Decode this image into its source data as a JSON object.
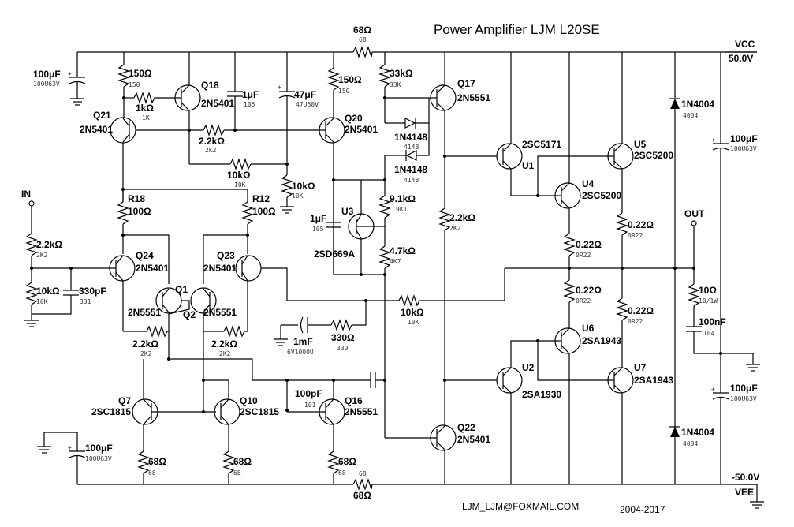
{
  "title": "Power Amplifier LJM L20SE",
  "email": "LJM_LJM@FOXMAIL.COM",
  "years": "2004-2017",
  "rails": {
    "vcc_label": "VCC",
    "vcc_value": "50.0V",
    "vee_label": "VEE",
    "vee_value": "-50.0V"
  },
  "io": {
    "in_label": "IN",
    "out_label": "OUT"
  },
  "transistors": {
    "q18": {
      "ref": "Q18",
      "part": "2N5401"
    },
    "q20": {
      "ref": "Q20",
      "part": "2N5401"
    },
    "q21": {
      "ref": "Q21",
      "part": "2N5401"
    },
    "q17": {
      "ref": "Q17",
      "part": "2N5551"
    },
    "u3": {
      "ref": "U3",
      "part": "2SD669A"
    },
    "u1": {
      "ref": "U1",
      "part": "2SC5171"
    },
    "u4": {
      "ref": "U4",
      "part": "2SC5200"
    },
    "u5": {
      "ref": "U5",
      "part": "2SC5200"
    },
    "q24": {
      "ref": "Q24",
      "part": "2N5401"
    },
    "q23": {
      "ref": "Q23",
      "part": "2N5401"
    },
    "q1": {
      "ref": "Q1",
      "part": "2N5551"
    },
    "q2": {
      "ref": "Q2",
      "part": "2N5551"
    },
    "u2": {
      "ref": "U2",
      "part": "2SA1930"
    },
    "u6": {
      "ref": "U6",
      "part": "2SA1943"
    },
    "u7": {
      "ref": "U7",
      "part": "2SA1943"
    },
    "q7": {
      "ref": "Q7",
      "part": "2SC1815"
    },
    "q10": {
      "ref": "Q10",
      "part": "2SC1815"
    },
    "q16": {
      "ref": "Q16",
      "part": "2N5551"
    },
    "q22": {
      "ref": "Q22",
      "part": "2N5401"
    }
  },
  "resistors": {
    "r_top68": {
      "value": "68Ω",
      "code": "68"
    },
    "r_bot68": {
      "value": "68Ω",
      "code": "68"
    },
    "r150a": {
      "value": "150Ω",
      "code": "150"
    },
    "r150b": {
      "value": "150Ω",
      "code": "150"
    },
    "r1k": {
      "value": "1kΩ",
      "code": "1K"
    },
    "r2k2top": {
      "value": "2.2kΩ",
      "code": "2K2"
    },
    "r10ka": {
      "value": "10kΩ",
      "code": "10K"
    },
    "r10kb": {
      "value": "10kΩ",
      "code": "10K"
    },
    "r33k": {
      "value": "33kΩ",
      "code": "33K"
    },
    "r9k1": {
      "value": "9.1kΩ",
      "code": "9K1"
    },
    "r4k7": {
      "value": "4.7kΩ",
      "code": "4K7"
    },
    "r2k2mid": {
      "value": "2.2kΩ",
      "code": "2K2"
    },
    "r18": {
      "ref": "R18",
      "value": "100Ω"
    },
    "r12": {
      "ref": "R12",
      "value": "100Ω"
    },
    "r2k2in": {
      "value": "2.2kΩ",
      "code": "2K2"
    },
    "r10kin": {
      "value": "10kΩ",
      "code": "10K"
    },
    "r2k2l": {
      "value": "2.2kΩ",
      "code": "2K2"
    },
    "r2k2r": {
      "value": "2.2kΩ",
      "code": "2K2"
    },
    "r330": {
      "value": "330Ω",
      "code": "330"
    },
    "r10kfb": {
      "value": "10kΩ",
      "code": "10K"
    },
    "r022a": {
      "value": "0.22Ω",
      "code": "0R22"
    },
    "r022b": {
      "value": "0.22Ω",
      "code": "0R22"
    },
    "r022c": {
      "value": "0.22Ω",
      "code": "0R22"
    },
    "r022d": {
      "value": "0.22Ω",
      "code": "0R22"
    },
    "r10out": {
      "value": "10Ω",
      "code": "10/1W"
    },
    "r68a": {
      "value": "68Ω",
      "code": "68"
    },
    "r68b": {
      "value": "68Ω",
      "code": "68"
    },
    "r68c": {
      "value": "68Ω",
      "code": "68"
    }
  },
  "capacitors": {
    "c100a": {
      "value": "100μF",
      "code": "100U63V"
    },
    "c1u": {
      "value": "1μF",
      "code": "105"
    },
    "c47u": {
      "value": "47μF",
      "code": "47U50V"
    },
    "c1u2": {
      "value": "1μF",
      "code": "105"
    },
    "c330p": {
      "value": "330pF",
      "code": "331"
    },
    "c1mf": {
      "value": "1mF",
      "code": "6V1000U"
    },
    "c100p": {
      "value": "100pF",
      "code": "101"
    },
    "c100b": {
      "value": "100μF",
      "code": "100U63V"
    },
    "c100c": {
      "value": "100μF",
      "code": "100U63V"
    },
    "c100d": {
      "value": "100μF",
      "code": "100U63V"
    },
    "c100n": {
      "value": "100nF",
      "code": "104"
    }
  },
  "diodes": {
    "d1": {
      "value": "1N4148",
      "code": "4148"
    },
    "d2": {
      "value": "1N4148",
      "code": "4148"
    },
    "d3": {
      "value": "1N4004",
      "code": "4004"
    },
    "d4": {
      "value": "1N4004",
      "code": "4004"
    }
  }
}
